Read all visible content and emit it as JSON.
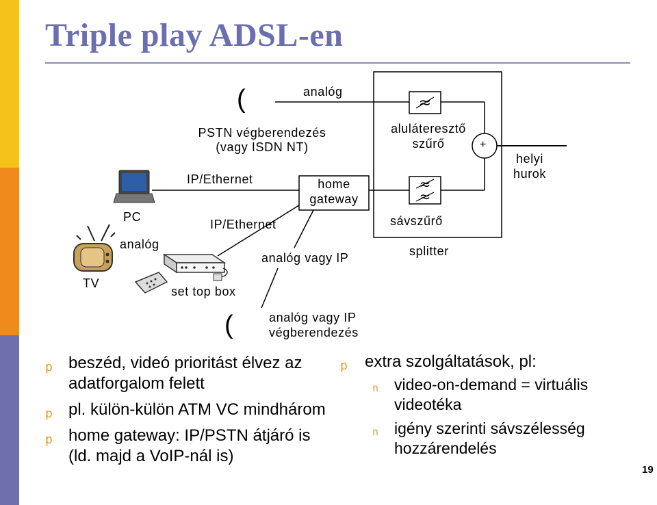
{
  "title": "Triple play ADSL-en",
  "diagram": {
    "analog_top": "analóg",
    "pstn_line1": "PSTN végberendezés",
    "pstn_line2": "(vagy ISDN NT)",
    "ip_ethernet_top": "IP/Ethernet",
    "ip_ethernet_mid": "IP/Ethernet",
    "home_gateway_line1": "home",
    "home_gateway_line2": "gateway",
    "pc": "PC",
    "analog_tv": "analóg",
    "tv": "TV",
    "set_top_box": "set top box",
    "analog_or_ip": "analóg vagy IP",
    "lowpass_line1": "aluláteresztő",
    "lowpass_line2": "szűrő",
    "bandpass": "sávszűrő",
    "splitter": "splitter",
    "plus": "+",
    "local_loop_line1": "helyi",
    "local_loop_line2": "hurok",
    "endpoint_line1": "analóg vagy IP",
    "endpoint_line2": "végberendezés",
    "paren_top": "(",
    "paren_bottom": "("
  },
  "left_bullets": [
    "beszéd, videó prioritást élvez az adatforgalom felett",
    "pl. külön-külön ATM VC mindhárom",
    "home gateway: IP/PSTN átjáró is (ld. majd a VoIP-nál is)"
  ],
  "right_bullet": "extra szolgáltatások, pl:",
  "right_subbullets": [
    "video-on-demand = virtuális videotéka",
    "igény szerinti sávszélesség hozzárendelés"
  ],
  "bullet_marker": "p",
  "sub_marker": "n",
  "page_number": "19",
  "colors": {
    "title": "#6b6faf",
    "bar_top": "#f5c21a",
    "bar_mid": "#f08a1c",
    "bar_bottom": "#6f6fae",
    "bullet": "#d9a01f"
  }
}
